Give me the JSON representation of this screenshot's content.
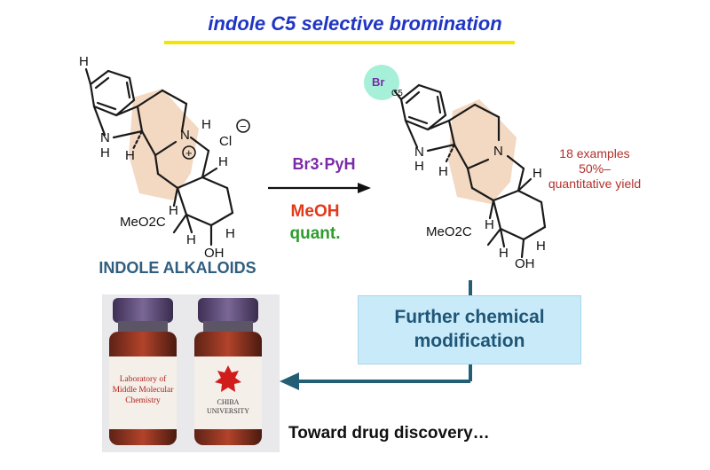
{
  "title": "indole C5 selective bromination",
  "reaction": {
    "reagent": "Br3·PyH",
    "solvent": "MeOH",
    "conditions": "quant."
  },
  "starting_material": {
    "label": "INDOLE ALKALOIDS",
    "atoms": {
      "h_c5": "H",
      "nh_n": "N",
      "nh_h": "H",
      "n_plus": "N",
      "plus": "+",
      "h_n": "H",
      "cl": "Cl",
      "minus": "−",
      "h_a": "H",
      "h_b": "H",
      "h_c": "H",
      "ester": "MeO2C",
      "h_d": "H",
      "oh": "OH",
      "h_e": "H"
    }
  },
  "product": {
    "atoms": {
      "br": "Br",
      "c5": "C5",
      "nh_n": "N",
      "nh_h": "H",
      "n": "N",
      "h_a": "H",
      "h_b": "H",
      "h_c": "H",
      "ester": "MeO2C",
      "h_d": "H",
      "oh": "OH",
      "h_e": "H"
    },
    "scope": [
      "18 examples",
      "50%–",
      "quantitative yield"
    ]
  },
  "modification_box": [
    "Further chemical",
    "modification"
  ],
  "vials": {
    "left_label": [
      "Laboratory of",
      "Middle Molecular",
      "Chemistry"
    ],
    "right_label": [
      "CHIBA",
      "UNIVERSITY"
    ]
  },
  "footer": "Toward drug discovery…",
  "colors": {
    "title": "#1f35c4",
    "underline": "#f2e600",
    "reagent": "#7b2aa8",
    "solvent": "#e23a1a",
    "conditions": "#2d9d2d",
    "scope": "#b0312b",
    "box": "#c9eaf8",
    "highlight": "#f3d8c2",
    "bromine_circle": "#a6efd8",
    "arrow": "#245e74"
  }
}
